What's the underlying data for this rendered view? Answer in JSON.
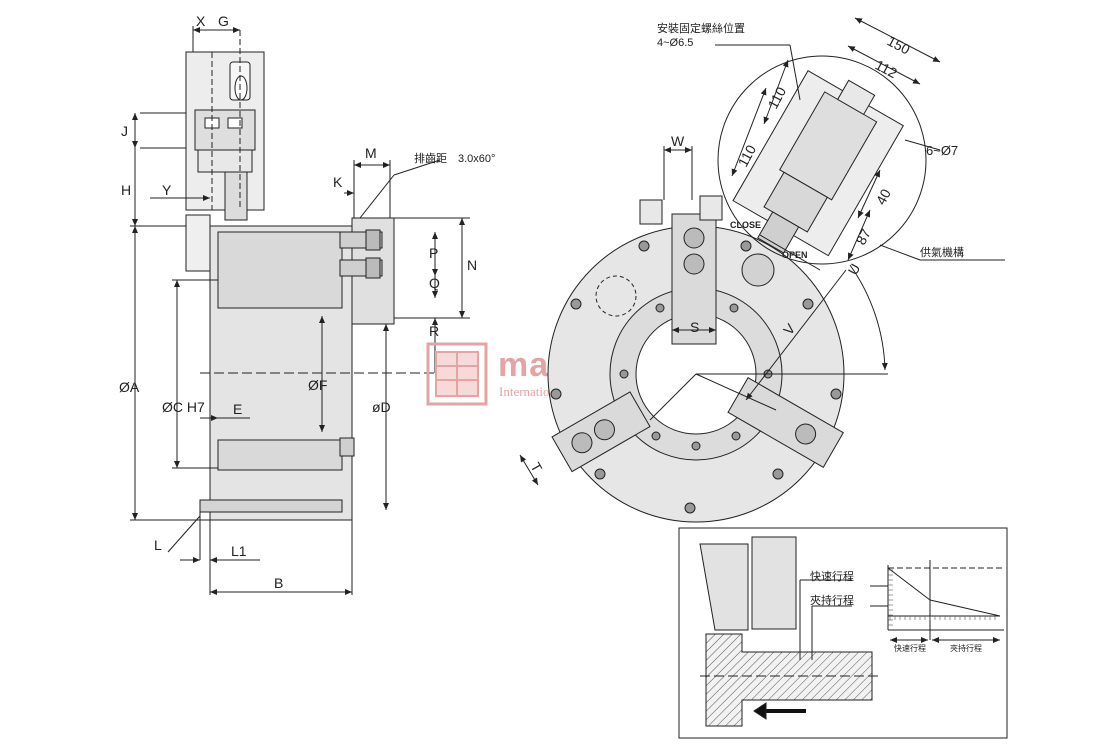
{
  "watermark": {
    "brand": "mannian",
    "subtitle": "International Trading Limited"
  },
  "side_view_dims": {
    "x": "X",
    "g": "G",
    "j": "J",
    "h": "H",
    "y": "Y",
    "k": "K",
    "m": "M",
    "chamfer_label": "排齒距",
    "chamfer_value": "3.0x60°",
    "p": "P",
    "q": "Q",
    "n": "N",
    "r": "R",
    "phi_a": "ØA",
    "phi_c": "ØC H7",
    "phi_f": "ØF",
    "e": "E",
    "phi_d": "øD",
    "l": "L",
    "l1": "L1",
    "b": "B"
  },
  "front_view_dims": {
    "mount_title": "安裝固定螺絲位置",
    "mount_spec": "4~Ø6.5",
    "d150": "150",
    "d112": "112",
    "d110a": "110",
    "d110b": "110",
    "holes": "6~Ø7",
    "d40": "40",
    "d87": "87",
    "w": "W",
    "close": "CLOSE",
    "open": "OPEN",
    "air_supply": "供氣機構",
    "u": "U",
    "s": "S",
    "v": "V",
    "t": "T"
  },
  "stroke_diagram": {
    "fast_stroke": "快速行程",
    "clamp_stroke": "夾持行程",
    "axis_fast": "快速行程",
    "axis_clamp": "夾持行程"
  },
  "colors": {
    "line": "#222222",
    "body_fill": "#e4e4e4",
    "watermark": "#e6a3a3"
  }
}
